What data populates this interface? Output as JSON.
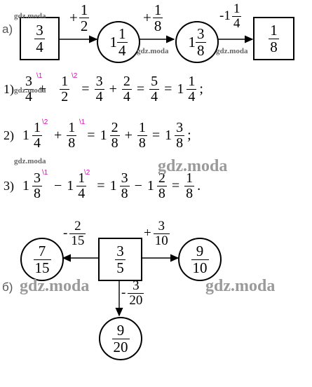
{
  "part_a": {
    "label": "а)",
    "start": {
      "n": "3",
      "d": "4"
    },
    "node1": {
      "w": "1",
      "n": "1",
      "d": "4"
    },
    "node2": {
      "w": "1",
      "n": "3",
      "d": "8"
    },
    "end": {
      "n": "1",
      "d": "8"
    },
    "op1": {
      "sign": "+",
      "n": "1",
      "d": "2"
    },
    "op2": {
      "sign": "+",
      "n": "1",
      "d": "8"
    },
    "op3": {
      "sign": "-1",
      "n": "1",
      "d": "4"
    }
  },
  "solutions": {
    "s1": {
      "label": "1)",
      "f1": {
        "n": "3",
        "d": "4"
      },
      "sup1": "\\1",
      "op1": "+",
      "f2": {
        "n": "1",
        "d": "2"
      },
      "sup2": "\\2",
      "eq1": "=",
      "f3": {
        "n": "3",
        "d": "4"
      },
      "op2": "+",
      "f4": {
        "n": "2",
        "d": "4"
      },
      "eq2": "=",
      "f5": {
        "n": "5",
        "d": "4"
      },
      "eq3": "=",
      "r_w": "1",
      "r": {
        "n": "1",
        "d": "4"
      },
      "end": ";"
    },
    "s2": {
      "label": "2)",
      "w1": "1",
      "f1": {
        "n": "1",
        "d": "4"
      },
      "sup1": "\\2",
      "op1": "+",
      "f2": {
        "n": "1",
        "d": "8"
      },
      "sup2": "\\1",
      "eq1": "=",
      "w3": "1",
      "f3": {
        "n": "2",
        "d": "8"
      },
      "op2": "+",
      "f4": {
        "n": "1",
        "d": "8"
      },
      "eq2": "=",
      "r_w": "1",
      "r": {
        "n": "3",
        "d": "8"
      },
      "end": ";"
    },
    "s3": {
      "label": "3)",
      "w1": "1",
      "f1": {
        "n": "3",
        "d": "8"
      },
      "sup1": "\\1",
      "op1": "−",
      "w2": "1",
      "f2": {
        "n": "1",
        "d": "4"
      },
      "sup2": "\\2",
      "eq1": "=",
      "w3": "1",
      "f3": {
        "n": "3",
        "d": "8"
      },
      "op2": "−",
      "w4": "1",
      "f4": {
        "n": "2",
        "d": "8"
      },
      "eq2": "=",
      "r": {
        "n": "1",
        "d": "8"
      },
      "end": "."
    }
  },
  "part_b": {
    "label": "б)",
    "center": {
      "n": "3",
      "d": "5"
    },
    "left": {
      "n": "7",
      "d": "15"
    },
    "right": {
      "n": "9",
      "d": "10"
    },
    "bottom": {
      "n": "9",
      "d": "20"
    },
    "op_left": {
      "sign": "-",
      "n": "2",
      "d": "15"
    },
    "op_right": {
      "sign": "+",
      "n": "3",
      "d": "10"
    },
    "op_bottom": {
      "sign": "-",
      "n": "3",
      "d": "20"
    }
  },
  "watermarks": {
    "text": "gdz.moda"
  }
}
